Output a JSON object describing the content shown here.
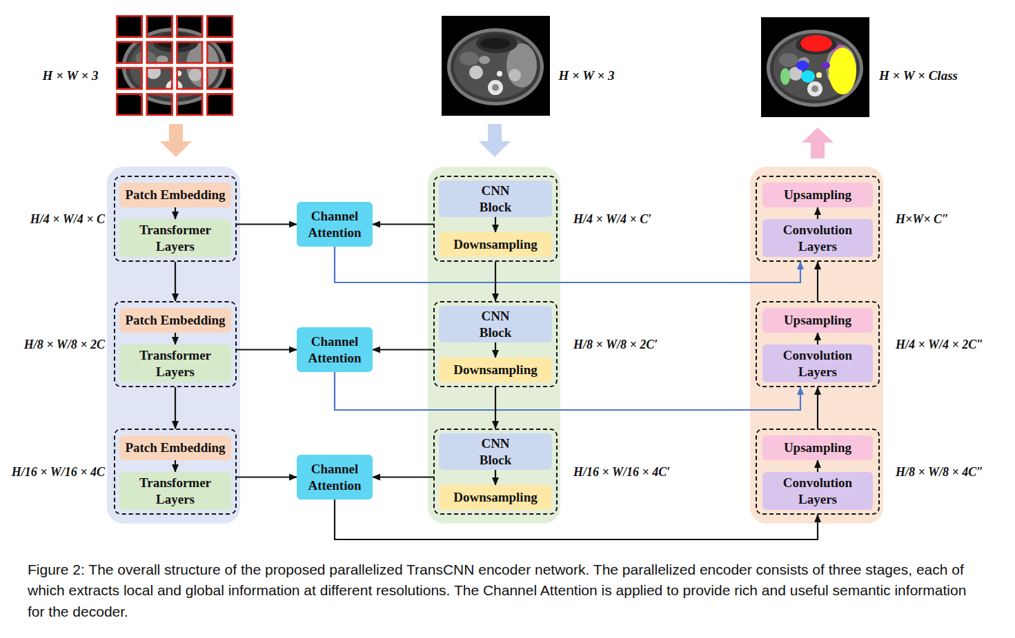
{
  "diagram": {
    "caption": "Figure 2: The overall structure of the proposed parallelized TransCNN encoder network. The parallelized encoder consists of three stages, each of which extracts local and global information at different resolutions. The Channel Attention is applied to provide rich and useful semantic information for the decoder.",
    "nodes": [
      {
        "text": [
          "H/4 × W/4 × C"
        ]
      },
      {
        "text": [
          "Patch Embedding"
        ],
        "in": 0
      },
      {
        "text": [
          "Transformer Layers"
        ],
        "in": 0
      },
      {
        "text": [
          "Channel Attention"
        ]
      },
      {
        "text": [
          "H/4 × W/4 × C′"
        ]
      },
      {
        "text": [
          "CNN Block"
        ],
        "in": 4
      },
      {
        "text": [
          "Downsampling"
        ],
        "in": 4
      },
      {
        "text": [
          "H×W× C″"
        ]
      },
      {
        "text": [
          "Upsampling"
        ],
        "in": 7
      },
      {
        "text": [
          "Convolution Layers"
        ],
        "in": 7
      },
      {
        "text": [
          "H/8 × W/8 × 2C"
        ]
      },
      {
        "text": [
          "Patch Embedding"
        ],
        "in": 10
      },
      {
        "text": [
          "Transformer Layers"
        ],
        "in": 10
      },
      {
        "text": [
          "Channel Attention"
        ]
      },
      {
        "text": [
          "H/8 × W/8 × 2C′"
        ]
      },
      {
        "text": [
          "CNN Block"
        ],
        "in": 14
      },
      {
        "text": [
          "Downsampling"
        ],
        "in": 14
      },
      {
        "text": [
          "H/4 × W/4 × 2C″"
        ]
      },
      {
        "text": [
          "Upsampling"
        ],
        "in": 17
      },
      {
        "text": [
          "Convolution Layers"
        ],
        "in": 17
      },
      {
        "text": [
          "H/16 × W/16 × 4C"
        ]
      },
      {
        "text": [
          "Patch Embedding"
        ],
        "in": 20
      },
      {
        "text": [
          "Transformer Layers"
        ],
        "in": 20
      },
      {
        "text": [
          "Channel Attention"
        ]
      },
      {
        "text": [
          "H/16 × W/16 × 4C′"
        ]
      },
      {
        "text": [
          "CNN Block"
        ],
        "in": 24
      },
      {
        "text": [
          "Downsampling"
        ],
        "in": 24
      },
      {
        "text": [
          "H/8 × W/8 × 4C″"
        ]
      },
      {
        "text": [
          "Upsampling"
        ],
        "in": 27
      },
      {
        "text": [
          "Convolution Layers"
        ],
        "in": 27
      }
    ],
    "edges": [
      {
        "from": 0,
        "to": 3,
        "arrow": "to"
      },
      {
        "from": 4,
        "to": 3,
        "arrow": "to"
      },
      {
        "from": 3,
        "to": 7,
        "arrow": "to"
      },
      {
        "from": 1,
        "to": 2,
        "arrow": "to"
      },
      {
        "from": 5,
        "to": 6,
        "arrow": "to"
      },
      {
        "from": 9,
        "to": 8,
        "arrow": "to"
      },
      {
        "from": 0,
        "to": 10,
        "arrow": "to"
      },
      {
        "from": 4,
        "to": 14,
        "arrow": "to"
      },
      {
        "from": 17,
        "to": 7,
        "arrow": "to"
      },
      {
        "from": 10,
        "to": 13,
        "arrow": "to"
      },
      {
        "from": 14,
        "to": 13,
        "arrow": "to"
      },
      {
        "from": 13,
        "to": 17,
        "arrow": "to"
      },
      {
        "from": 11,
        "to": 12,
        "arrow": "to"
      },
      {
        "from": 15,
        "to": 16,
        "arrow": "to"
      },
      {
        "from": 19,
        "to": 18,
        "arrow": "to"
      },
      {
        "from": 10,
        "to": 20,
        "arrow": "to"
      },
      {
        "from": 14,
        "to": 24,
        "arrow": "to"
      },
      {
        "from": 27,
        "to": 17,
        "arrow": "to"
      },
      {
        "from": 20,
        "to": 23,
        "arrow": "to"
      },
      {
        "from": 24,
        "to": 23,
        "arrow": "to"
      },
      {
        "from": 23,
        "to": 27,
        "arrow": "to"
      },
      {
        "from": 21,
        "to": 22,
        "arrow": "to"
      },
      {
        "from": 25,
        "to": 26,
        "arrow": "to"
      },
      {
        "from": 29,
        "to": 28,
        "arrow": "to"
      }
    ],
    "labels": [
      "H × W × 3",
      "H × W × 3",
      "H × W × Class"
    ]
  }
}
